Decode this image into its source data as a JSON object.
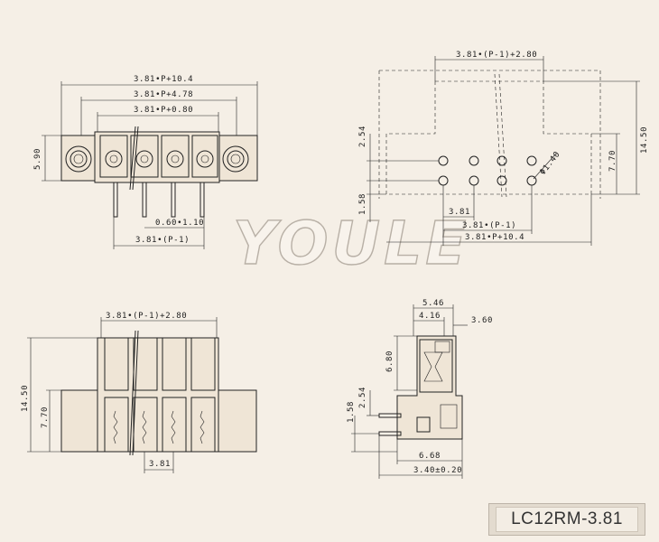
{
  "watermark": "YOULE",
  "model": "LC12RM-3.81",
  "front_view": {
    "overall_width": "3.81•P+10.4",
    "flange_width": "3.81•P+4.78",
    "body_width": "3.81•P+0.80",
    "height": "5.90",
    "pin_size": "0.60•1.10",
    "pin_span": "3.81•(P-1)"
  },
  "pcb_layout": {
    "top_width": "3.81•(P-1)+2.80",
    "height_total": "14.50",
    "height_lower": "7.70",
    "row_offset": "2.54",
    "edge_offset": "1.58",
    "hole_dia": "Φ1.40",
    "pitch": "3.81",
    "hole_span": "3.81•(P-1)",
    "overall_width": "3.81•P+10.4"
  },
  "top_view": {
    "width": "3.81•(P-1)+2.80",
    "height_total": "14.50",
    "height_lower": "7.70",
    "pitch": "3.81"
  },
  "side_view": {
    "top_width": "5.46",
    "inner_width": "4.16",
    "tip_width": "3.60",
    "height_upper": "6.80",
    "row_offset": "2.54",
    "pin_offset": "1.58",
    "base_width": "6.68",
    "pin_length": "3.40±0.20"
  }
}
